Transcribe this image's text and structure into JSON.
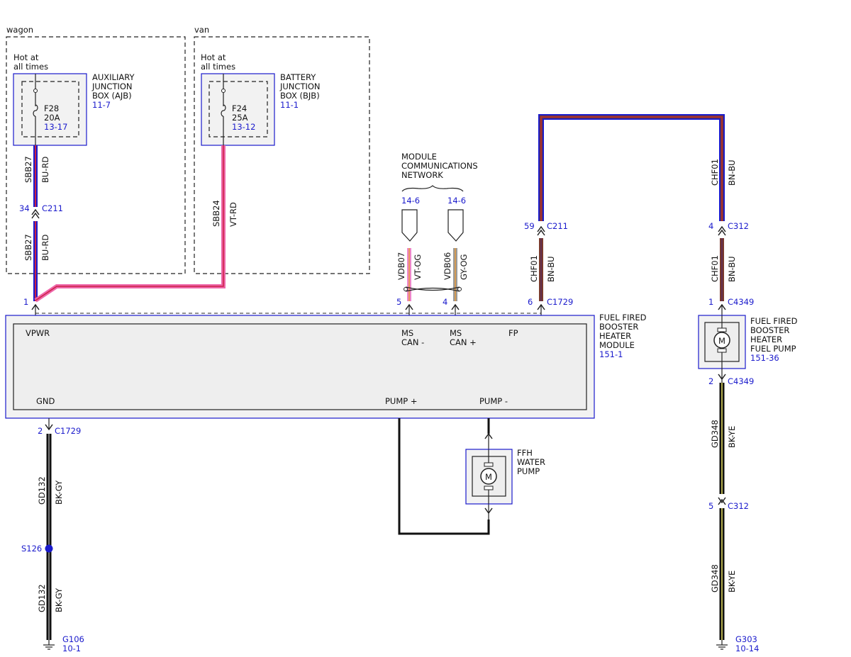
{
  "regions": {
    "wagon": "wagon",
    "van": "van"
  },
  "ajb": {
    "hot_line1": "Hot at",
    "hot_line2": "all times",
    "name1": "AUXILIARY",
    "name2": "JUNCTION",
    "name3": "BOX (AJB)",
    "ref": "11-7",
    "fuse": "F28",
    "amps": "20A",
    "fuse_ref": "13-17"
  },
  "bjb": {
    "hot_line1": "Hot at",
    "hot_line2": "all times",
    "name1": "BATTERY",
    "name2": "JUNCTION",
    "name3": "BOX (BJB)",
    "ref": "11-1",
    "fuse": "F24",
    "amps": "25A",
    "fuse_ref": "13-12"
  },
  "mcn": {
    "line1": "MODULE",
    "line2": "COMMUNICATIONS",
    "line3": "NETWORK",
    "ref_a": "14-6",
    "ref_b": "14-6"
  },
  "wires": {
    "sbb27_top": {
      "circuit": "SBB27",
      "color": "BU-RD"
    },
    "sbb27_bot": {
      "circuit": "SBB27",
      "color": "BU-RD"
    },
    "sbb24": {
      "circuit": "SBB24",
      "color": "VT-RD"
    },
    "vdb07": {
      "circuit": "VDB07",
      "color": "VT-OG"
    },
    "vdb06": {
      "circuit": "VDB06",
      "color": "GY-OG"
    },
    "chf01_a": {
      "circuit": "CHF01",
      "color": "BN-BU"
    },
    "chf01_b": {
      "circuit": "CHF01",
      "color": "BN-BU"
    },
    "chf01_c": {
      "circuit": "CHF01",
      "color": "BN-BU"
    },
    "gd132_a": {
      "circuit": "GD132",
      "color": "BK-GY"
    },
    "gd132_b": {
      "circuit": "GD132",
      "color": "BK-GY"
    },
    "gd348_a": {
      "circuit": "GD348",
      "color": "BK-YE"
    },
    "gd348_b": {
      "circuit": "GD348",
      "color": "BK-YE"
    }
  },
  "connectors": {
    "c211_a": {
      "pin": "34",
      "name": "C211"
    },
    "c1729_vpwr": {
      "pin": "1"
    },
    "c1729_can_lo": {
      "pin": "5"
    },
    "c1729_can_hi": {
      "pin": "4"
    },
    "c1729_fp": {
      "pin": "6",
      "name": "C1729"
    },
    "c211_b": {
      "pin": "59",
      "name": "C211"
    },
    "c312_a": {
      "pin": "4",
      "name": "C312"
    },
    "c4349_a": {
      "pin": "1",
      "name": "C4349"
    },
    "c4349_b": {
      "pin": "2",
      "name": "C4349"
    },
    "c312_b": {
      "pin": "5",
      "name": "C312"
    },
    "c1729_gnd": {
      "pin": "2",
      "name": "C1729"
    }
  },
  "module": {
    "name1": "FUEL FIRED",
    "name2": "BOOSTER",
    "name3": "HEATER",
    "name4": "MODULE",
    "ref": "151-1",
    "vpwr": "VPWR",
    "ms1": "MS",
    "can_lo": "CAN -",
    "ms2": "MS",
    "can_hi": "CAN +",
    "fp": "FP",
    "gnd": "GND",
    "pump_pos": "PUMP +",
    "pump_neg": "PUMP -"
  },
  "fuel_pump": {
    "name1": "FUEL FIRED",
    "name2": "BOOSTER",
    "name3": "HEATER",
    "name4": "FUEL PUMP",
    "ref": "151-36",
    "symbol": "M"
  },
  "water_pump": {
    "name1": "FFH",
    "name2": "WATER",
    "name3": "PUMP",
    "symbol": "M"
  },
  "splice": {
    "name": "S126"
  },
  "grounds": {
    "g106": {
      "name": "G106",
      "ref": "10-1"
    },
    "g303": {
      "name": "G303",
      "ref": "10-14"
    }
  },
  "wire_colors": {
    "blue": "#1a1acc",
    "red": "#cc2244",
    "pink": "#ee66aa",
    "brown": "#7a3b2e",
    "black": "#111111",
    "yellow": "#e8e060",
    "gray": "#9a9a9a",
    "orange": "#e89a3a",
    "violet": "#8844aa"
  }
}
